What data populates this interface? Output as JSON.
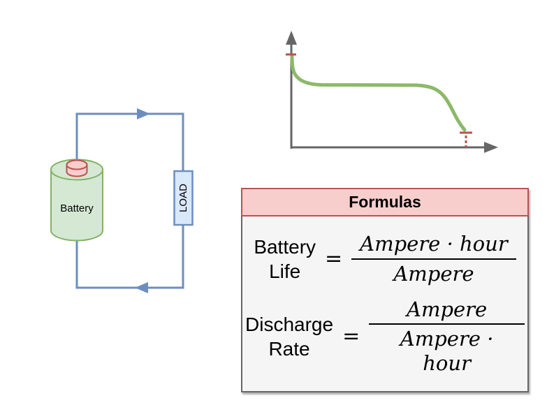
{
  "circuit": {
    "battery_label": "Battery",
    "load_label": "LOAD"
  },
  "graph": {
    "type": "line",
    "curve": "battery-discharge-curve",
    "title": "",
    "xlabel": "",
    "ylabel": "",
    "markers": [
      "start-voltage-tick-on-y-axis",
      "cutoff-voltage-tick-with-dashed-drop-to-x-axis"
    ]
  },
  "formulas": {
    "title": "Formulas",
    "items": [
      {
        "label_line1": "Battery",
        "label_line2": "Life",
        "equals": "=",
        "numerator": "Ampere · hour",
        "denominator": "Ampere"
      },
      {
        "label_line1": "Discharge",
        "label_line2": "Rate",
        "equals": "=",
        "numerator": "Ampere",
        "denominator": "Ampere · hour"
      }
    ]
  },
  "colors": {
    "wire": "#6c8ebf",
    "load_fill": "#dae8fc",
    "load_stroke": "#6c8ebf",
    "battery_fill": "#d5e8d4",
    "battery_stroke": "#82b366",
    "terminal_fill": "#f8cecc",
    "terminal_stroke": "#b85450",
    "axis": "#666666",
    "curve": "#8cb969",
    "marker": "#b85450",
    "panel_header_fill": "#f8cecc",
    "panel_header_stroke": "#b85450",
    "panel_body_fill": "#f5f5f5",
    "panel_body_stroke": "#666666"
  }
}
